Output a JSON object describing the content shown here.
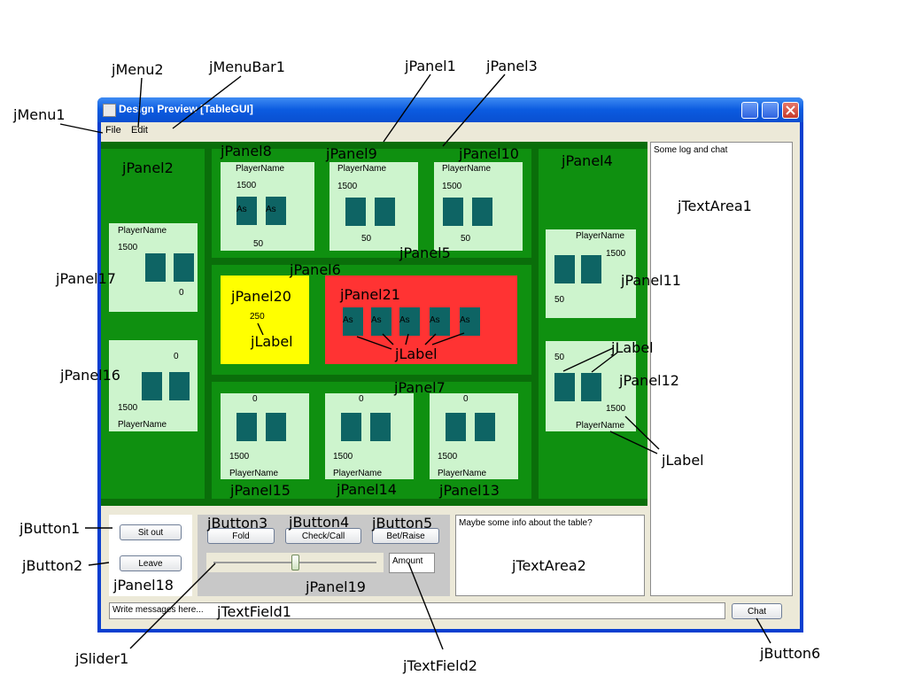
{
  "window": {
    "title": "Design Preview [TableGUI]"
  },
  "menubar": {
    "file": "File",
    "edit": "Edit"
  },
  "players": {
    "p17": {
      "name": "PlayerName",
      "chips": "1500",
      "bet": "0"
    },
    "p16": {
      "name": "PlayerName",
      "chips": "1500",
      "bet": "0"
    },
    "p8": {
      "name": "PlayerName",
      "chips": "1500",
      "bet": "50",
      "card1": "As",
      "card2": "As"
    },
    "p9": {
      "name": "PlayerName",
      "chips": "1500",
      "bet": "50"
    },
    "p10": {
      "name": "PlayerName",
      "chips": "1500",
      "bet": "50"
    },
    "p11": {
      "name": "PlayerName",
      "chips": "1500",
      "bet": "50"
    },
    "p12": {
      "name": "PlayerName",
      "chips": "1500",
      "bet": "50"
    },
    "p15": {
      "name": "PlayerName",
      "chips": "1500",
      "bet": "0"
    },
    "p14": {
      "name": "PlayerName",
      "chips": "1500",
      "bet": "0"
    },
    "p13": {
      "name": "PlayerName",
      "chips": "1500",
      "bet": "0"
    }
  },
  "pot": {
    "value": "250"
  },
  "board": {
    "cards": [
      "As",
      "As",
      "As",
      "As",
      "As"
    ]
  },
  "controls": {
    "sit_out": "Sit out",
    "leave": "Leave",
    "fold": "Fold",
    "check_call": "Check/Call",
    "bet_raise": "Bet/Raise",
    "amount": "Amount",
    "slider_value": 0.5,
    "chat": "Chat"
  },
  "text": {
    "log": "Some log and chat",
    "table_info": "Maybe some info about the table?",
    "message_placeholder": "Write messages here..."
  },
  "annotations": {
    "jMenu2": "jMenu2",
    "jMenuBar1": "jMenuBar1",
    "jPanel1": "jPanel1",
    "jPanel3": "jPanel3",
    "jMenu1": "jMenu1",
    "jPanel8": "jPanel8",
    "jPanel9": "jPanel9",
    "jPanel10": "jPanel10",
    "jPanel2": "jPanel2",
    "jPanel4": "jPanel4",
    "jTextArea1": "jTextArea1",
    "jPanel5": "jPanel5",
    "jPanel6": "jPanel6",
    "jPanel17": "jPanel17",
    "jPanel20": "jPanel20",
    "jPanel21": "jPanel21",
    "jPanel11": "jPanel11",
    "jLabelPot": "jLabel",
    "jLabelBoard": "jLabel",
    "jLabelBet": "jLabel",
    "jLabelName": "jLabel",
    "jPanel16": "jPanel16",
    "jPanel12": "jPanel12",
    "jPanel7": "jPanel7",
    "jPanel15": "jPanel15",
    "jPanel14": "jPanel14",
    "jPanel13": "jPanel13",
    "jButton1": "jButton1",
    "jButton2": "jButton2",
    "jButton3": "jButton3",
    "jButton4": "jButton4",
    "jButton5": "jButton5",
    "jPanel18": "jPanel18",
    "jPanel19": "jPanel19",
    "jTextArea2": "jTextArea2",
    "jTextField1": "jTextField1",
    "jSlider1": "jSlider1",
    "jTextField2": "jTextField2",
    "jButton6": "jButton6"
  },
  "colors": {
    "felt": "#0f9010",
    "pot_panel": "#ffff00",
    "board_panel": "#ff3333",
    "card": "#0e6464",
    "player_panel": "#cdf4cd"
  }
}
